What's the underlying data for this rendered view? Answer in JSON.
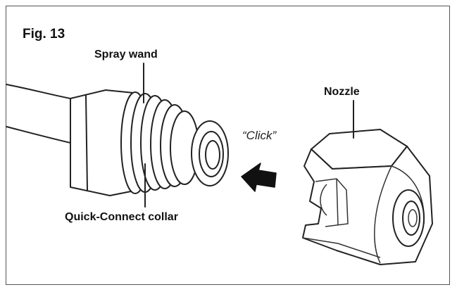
{
  "figure": {
    "title": "Fig. 13",
    "labels": {
      "spray_wand": "Spray wand",
      "nozzle": "Nozzle",
      "click": "“Click”",
      "collar": "Quick-Connect collar"
    }
  },
  "icons": {
    "arrow": "arrow-left-icon"
  },
  "colors": {
    "line": "#222222",
    "fill": "#ffffff",
    "frame": "#555555"
  }
}
